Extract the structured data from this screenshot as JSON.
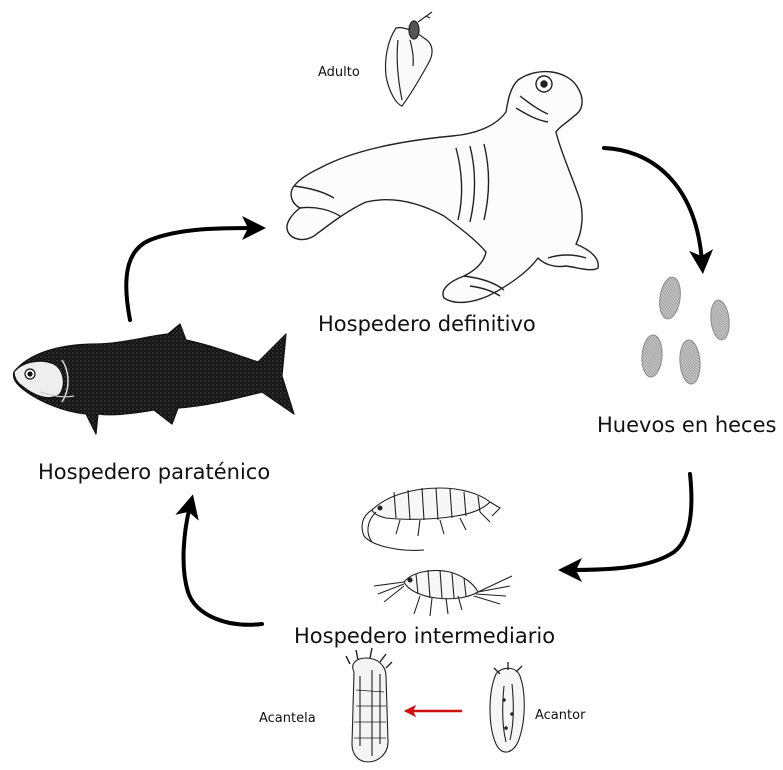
{
  "labels": {
    "adult": "Adulto",
    "definitive_host": "Hospedero definitivo",
    "eggs": "Huevos en heces",
    "paratenic_host": "Hospedero paraténico",
    "intermediate_host": "Hospedero intermediario",
    "acanthella": "Acantela",
    "acanthor": "Acantor"
  },
  "colors": {
    "arrow": "#000000",
    "red_arrow": "#d01010",
    "egg": "#b0b0b0",
    "line": "#222222"
  }
}
